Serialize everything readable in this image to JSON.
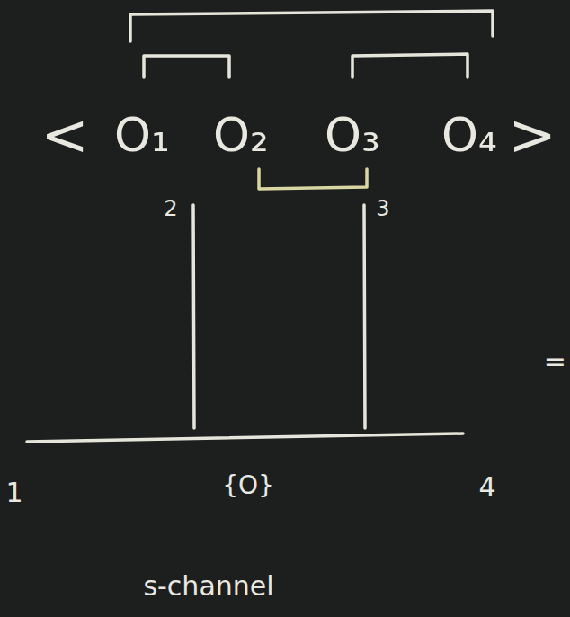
{
  "diagram": {
    "labels": [
      "<",
      "O₁",
      "O₂",
      "O₃",
      "O₄",
      ">",
      "2",
      "3",
      "1",
      "4",
      "{O}",
      "s-channel",
      "="
    ]
  }
}
